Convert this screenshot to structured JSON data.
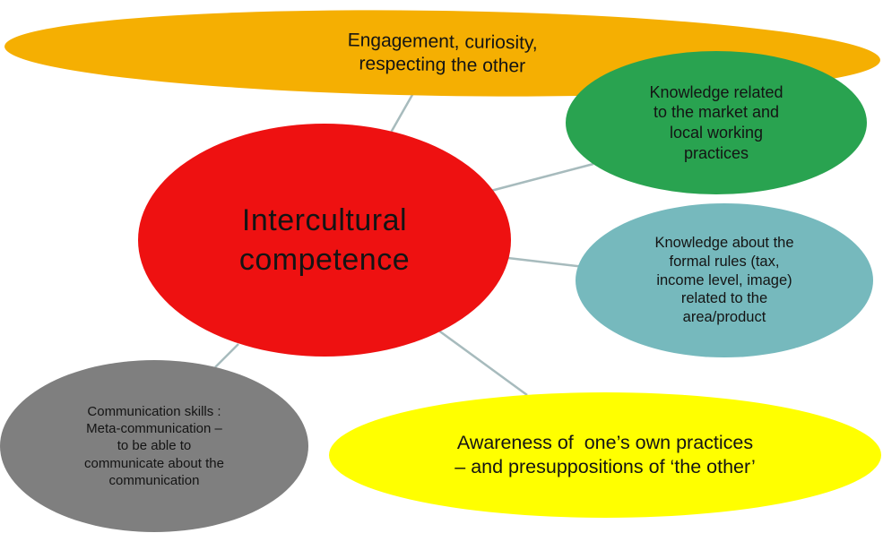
{
  "diagram": {
    "title": "Intercultural competence mind map",
    "background_color": "#ffffff",
    "connector_color": "#a7bbbd",
    "text_color": "#141414",
    "center": {
      "label": "Intercultural\ncompetence",
      "color": "#ee1111"
    },
    "nodes": [
      {
        "id": "engagement",
        "label": "Engagement, curiosity,\nrespecting the other",
        "color": "#f5af02"
      },
      {
        "id": "market-knowledge",
        "label": "Knowledge related\nto the market and\nlocal working\npractices",
        "color": "#29a350"
      },
      {
        "id": "formal-rules-knowledge",
        "label": "Knowledge about the\nformal rules (tax,\nincome level, image)\nrelated to the\narea/product",
        "color": "#76b9bd"
      },
      {
        "id": "awareness",
        "label": "Awareness of  one’s own practices\n– and presuppositions of ‘the other’",
        "color": "#ffff00"
      },
      {
        "id": "communication-skills",
        "label": "Communication skills :\nMeta-communication –\nto be able to\ncommunicate about the\ncommunication",
        "color": "#7f7f7f"
      }
    ]
  }
}
